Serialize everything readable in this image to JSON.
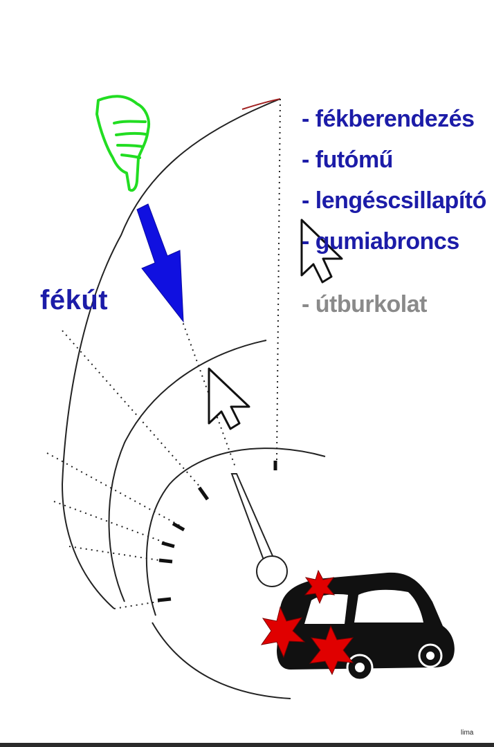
{
  "title": "",
  "list": {
    "items": [
      {
        "text": "- fékberendezés",
        "color": "#1c1ca8"
      },
      {
        "text": "- futómű",
        "color": "#1c1ca8"
      },
      {
        "text": "- lengéscsillapító",
        "color": "#1c1ca8"
      },
      {
        "text": "- gumiabroncs",
        "color": "#1c1ca8"
      },
      {
        "text": "- útburkolat",
        "color": "#8a8a8a"
      }
    ]
  },
  "braking_distance_label": "fékút",
  "credit": "lima",
  "icons": {
    "hand": "pointing-hand-icon",
    "arrow": "down-arrow-icon",
    "cursor": "mouse-cursor-icon",
    "car": "car-icon",
    "impact": "star-burst-icon"
  },
  "colors": {
    "hand": "#22dd22",
    "arrow": "#1010e0",
    "impact": "#e00000",
    "text_blue": "#1c1ca8"
  }
}
